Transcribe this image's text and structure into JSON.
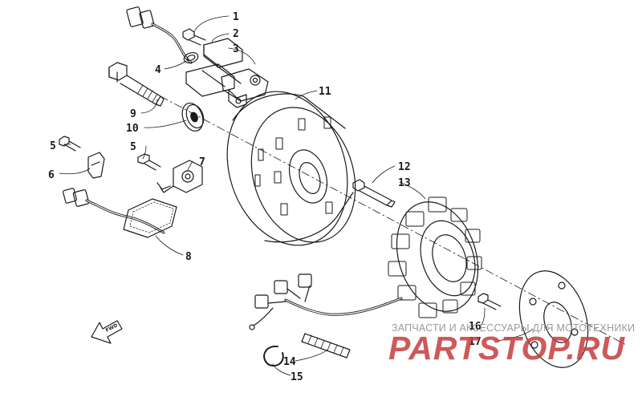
{
  "callouts": {
    "c1": "1",
    "c2": "2",
    "c3": "3",
    "c4": "4",
    "c5a": "5",
    "c5b": "5",
    "c6": "6",
    "c7": "7",
    "c8": "8",
    "c9": "9",
    "c10": "10",
    "c11": "11",
    "c12": "12",
    "c13": "13",
    "c14": "14",
    "c15": "15",
    "c16": "16",
    "c17": "17"
  },
  "direction_arrow": "FWD",
  "watermark": {
    "tagline": "ЗАПЧАСТИ И АКСЕССУАРЫ ДЛЯ МОТОТЕХНИКИ",
    "brand": "PARTSTOP.RU"
  },
  "colors": {
    "line": "#1a1a1a",
    "watermark_brand": "#c63d3d",
    "watermark_tagline": "#9a9a9a"
  }
}
